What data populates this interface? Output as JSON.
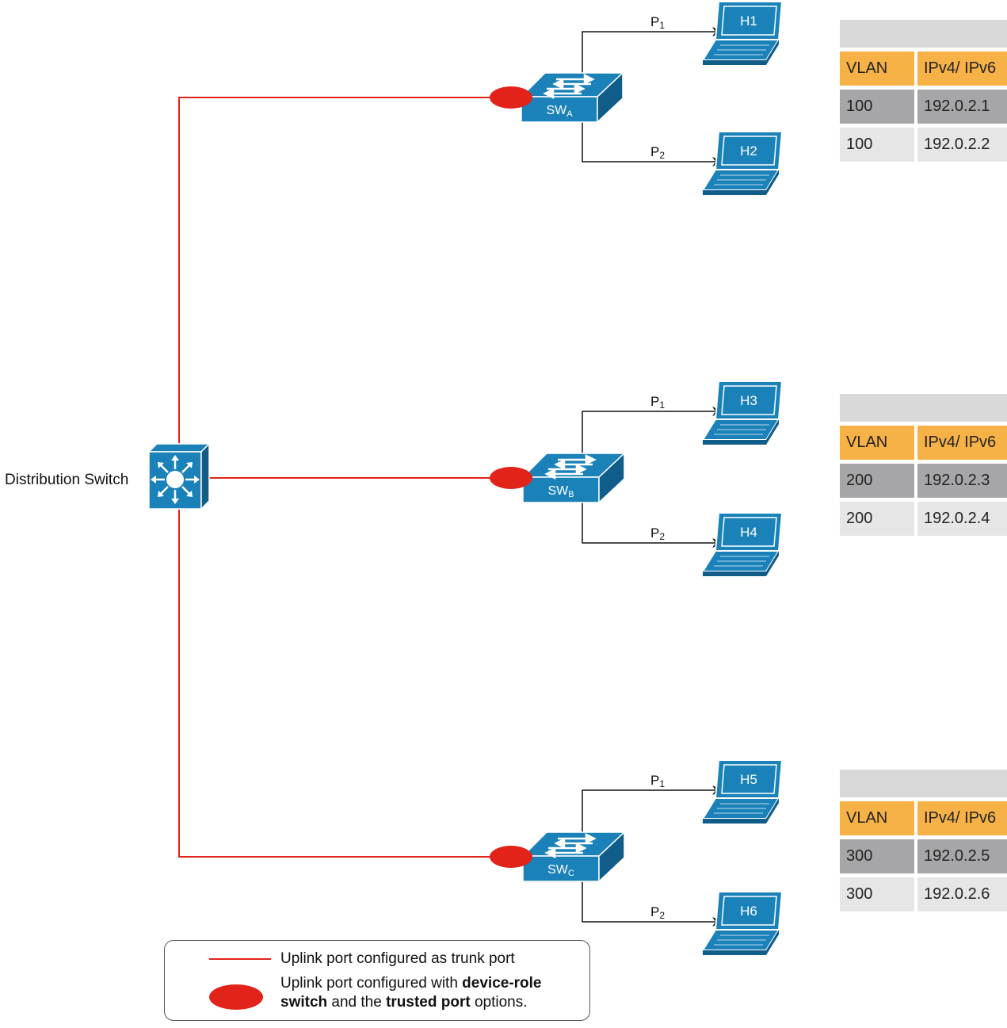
{
  "distribution_switch": {
    "label": "Distribution Switch"
  },
  "access_switches": [
    {
      "name": "SW",
      "sub": "A",
      "ports": [
        {
          "port": "P",
          "sub": "1",
          "host": "H1"
        },
        {
          "port": "P",
          "sub": "2",
          "host": "H2"
        }
      ],
      "table": {
        "header": [
          "VLAN",
          "IPv4/ IPv6"
        ],
        "rows": [
          [
            "100",
            "192.0.2.1"
          ],
          [
            "100",
            "192.0.2.2"
          ]
        ]
      }
    },
    {
      "name": "SW",
      "sub": "B",
      "ports": [
        {
          "port": "P",
          "sub": "1",
          "host": "H3"
        },
        {
          "port": "P",
          "sub": "2",
          "host": "H4"
        }
      ],
      "table": {
        "header": [
          "VLAN",
          "IPv4/ IPv6"
        ],
        "rows": [
          [
            "200",
            "192.0.2.3"
          ],
          [
            "200",
            "192.0.2.4"
          ]
        ]
      }
    },
    {
      "name": "SW",
      "sub": "C",
      "ports": [
        {
          "port": "P",
          "sub": "1",
          "host": "H5"
        },
        {
          "port": "P",
          "sub": "2",
          "host": "H6"
        }
      ],
      "table": {
        "header": [
          "VLAN",
          "IPv4/ IPv6"
        ],
        "rows": [
          [
            "300",
            "192.0.2.5"
          ],
          [
            "300",
            "192.0.2.6"
          ]
        ]
      }
    }
  ],
  "legend": {
    "trunk": "Uplink port configured as trunk port",
    "device_role": {
      "pre": "Uplink port configured with ",
      "bold1": "device-role switch",
      "mid": " and the ",
      "bold2": "trusted port",
      "post": " options."
    }
  },
  "colors": {
    "uplink": "#e2231a",
    "device": "#1b82b9",
    "device_dark": "#0f5d88",
    "table_header": "#f6b147",
    "table_row1": "#a6a6a8",
    "table_row2": "#e6e6e6",
    "table_blank": "#d9d9d9"
  }
}
